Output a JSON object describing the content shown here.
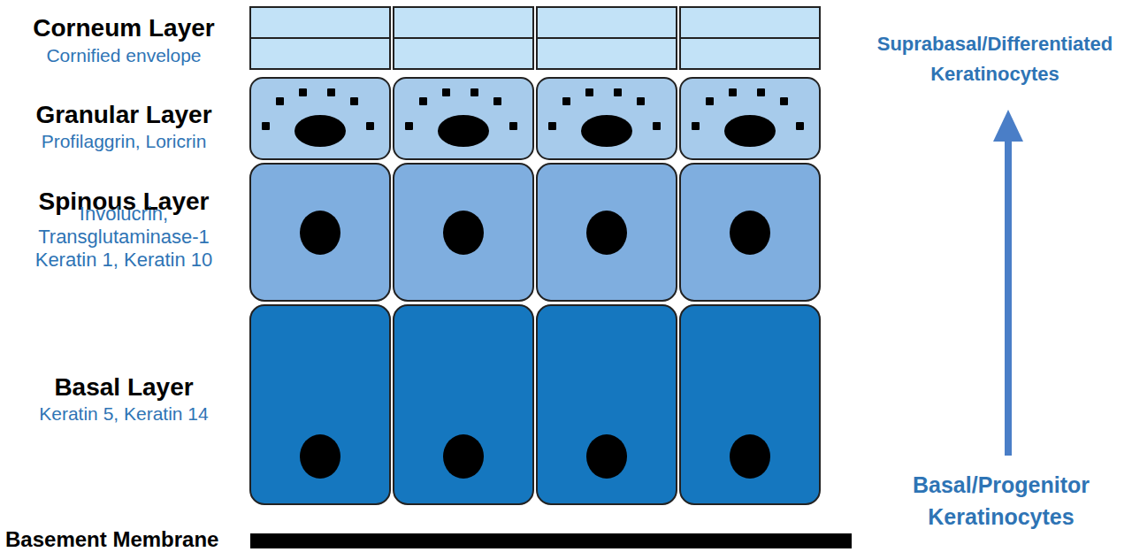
{
  "diagram": {
    "labels": [
      "Corneum Layer",
      "Cornified envelope",
      "Granular Layer",
      "Profilaggrin, Loricrin",
      "Spinous Layer",
      "Involucrin, Transglutaminase-1 Keratin 1, Keratin 10",
      "Basal Layer",
      "Keratin 5, Keratin 14",
      "Basement Membrane",
      "Suprabasal/Differentiated Keratinocytes",
      "Basal/Progenitor Keratinocytes"
    ]
  }
}
